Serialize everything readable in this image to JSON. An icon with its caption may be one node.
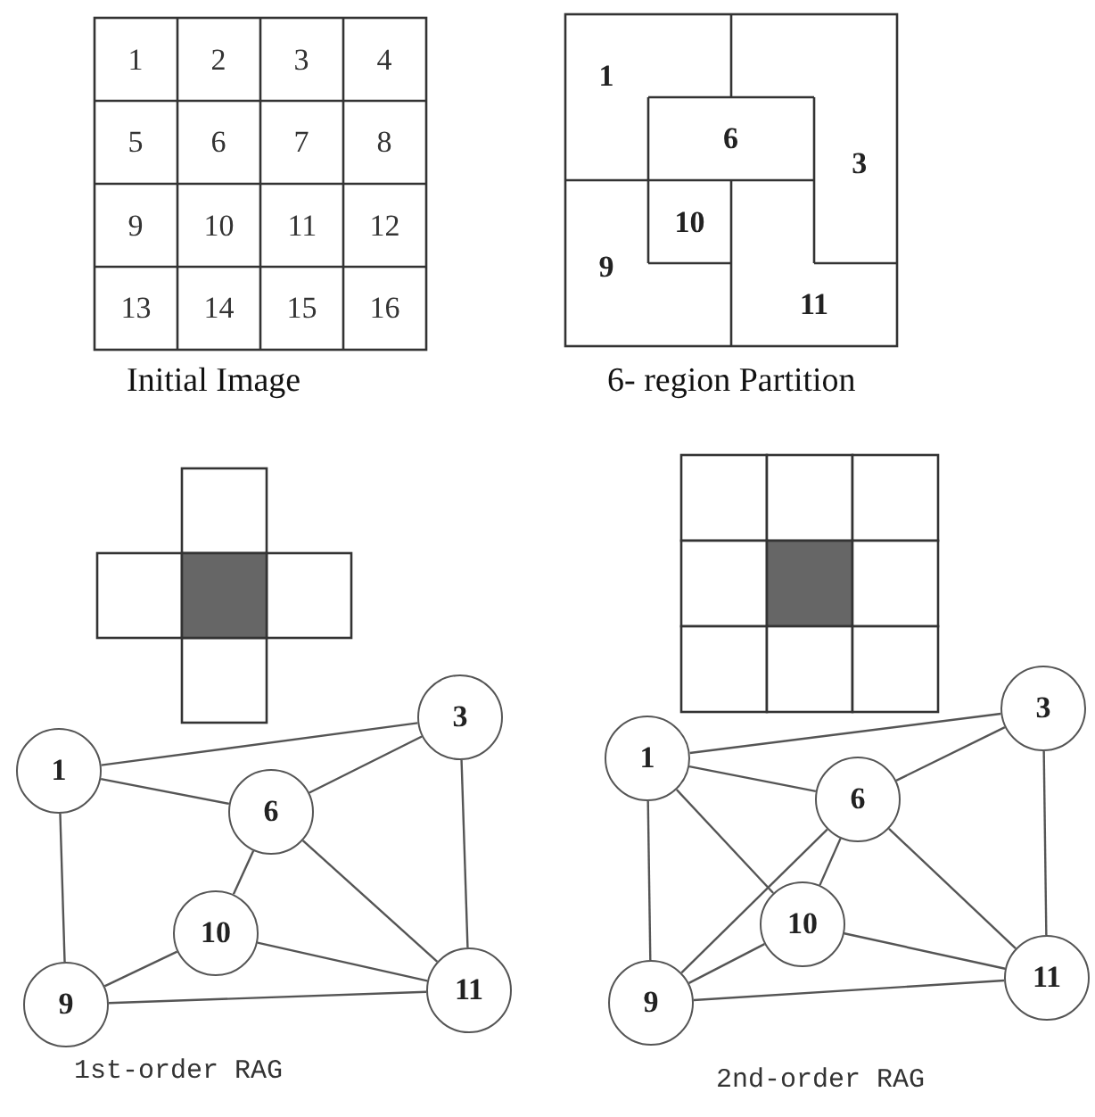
{
  "diagram": {
    "nodes": [
      {
        "text": [
          "1"
        ]
      },
      {
        "text": [
          "3"
        ]
      },
      {
        "text": [
          "6"
        ]
      },
      {
        "text": [
          "10"
        ]
      },
      {
        "text": [
          "9"
        ]
      },
      {
        "text": [
          "11"
        ]
      },
      {
        "text": [
          "1"
        ]
      },
      {
        "text": [
          "3"
        ]
      },
      {
        "text": [
          "6"
        ]
      },
      {
        "text": [
          "10"
        ]
      },
      {
        "text": [
          "9"
        ]
      },
      {
        "text": [
          "11"
        ]
      }
    ],
    "edges": [
      {
        "from": 0,
        "to": 1,
        "arrow": "none"
      },
      {
        "from": 0,
        "to": 2,
        "arrow": "none"
      },
      {
        "from": 0,
        "to": 4,
        "arrow": "none"
      },
      {
        "from": 1,
        "to": 2,
        "arrow": "none"
      },
      {
        "from": 1,
        "to": 5,
        "arrow": "none"
      },
      {
        "from": 2,
        "to": 3,
        "arrow": "none"
      },
      {
        "from": 2,
        "to": 5,
        "arrow": "none"
      },
      {
        "from": 3,
        "to": 5,
        "arrow": "none"
      },
      {
        "from": 3,
        "to": 4,
        "arrow": "none"
      },
      {
        "from": 4,
        "to": 5,
        "arrow": "none"
      },
      {
        "from": 6,
        "to": 7,
        "arrow": "none"
      },
      {
        "from": 6,
        "to": 8,
        "arrow": "none"
      },
      {
        "from": 6,
        "to": 9,
        "arrow": "none"
      },
      {
        "from": 6,
        "to": 10,
        "arrow": "none"
      },
      {
        "from": 7,
        "to": 8,
        "arrow": "none"
      },
      {
        "from": 7,
        "to": 11,
        "arrow": "none"
      },
      {
        "from": 8,
        "to": 9,
        "arrow": "none"
      },
      {
        "from": 8,
        "to": 10,
        "arrow": "none"
      },
      {
        "from": 8,
        "to": 11,
        "arrow": "none"
      },
      {
        "from": 9,
        "to": 11,
        "arrow": "none"
      },
      {
        "from": 9,
        "to": 10,
        "arrow": "none"
      },
      {
        "from": 10,
        "to": 11,
        "arrow": "none"
      }
    ],
    "labels": [
      "1",
      "2",
      "3",
      "4",
      "5",
      "6",
      "7",
      "8",
      "9",
      "10",
      "11",
      "12",
      "13",
      "14",
      "15",
      "16",
      "Initial Image",
      "1",
      "6",
      "3",
      "10",
      "9",
      "11",
      "6- region Partition",
      "1st-order RAG",
      "2nd-order RAG"
    ]
  }
}
